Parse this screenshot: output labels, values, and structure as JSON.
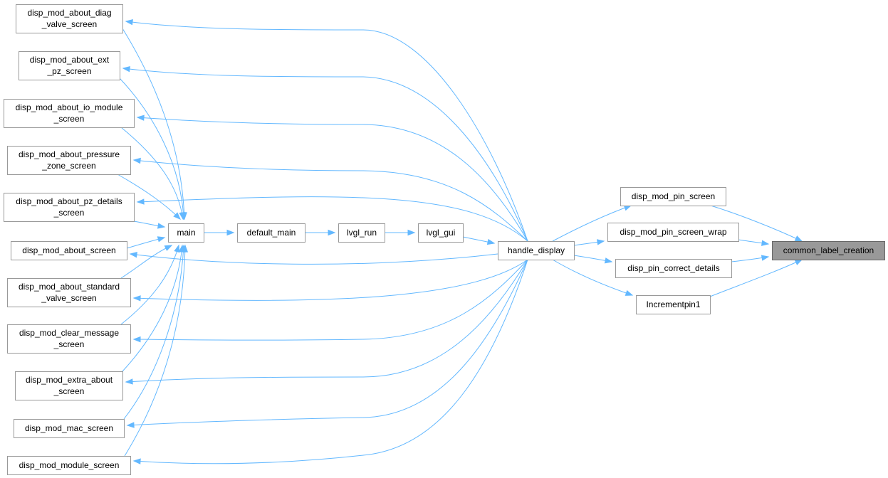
{
  "nodes": {
    "common_label_creation": [
      "common_label_creation"
    ],
    "disp_mod_pin_screen": [
      "disp_mod_pin_screen"
    ],
    "disp_mod_pin_screen_wrap": [
      "disp_mod_pin_screen_wrap"
    ],
    "disp_pin_correct_details": [
      "disp_pin_correct_details"
    ],
    "Incrementpin1": [
      "Incrementpin1"
    ],
    "handle_display": [
      "handle_display"
    ],
    "lvgl_gui": [
      "lvgl_gui"
    ],
    "lvgl_run": [
      "lvgl_run"
    ],
    "default_main": [
      "default_main"
    ],
    "main": [
      "main"
    ],
    "disp_mod_about_diag_valve_screen": [
      "disp_mod_about_diag",
      "_valve_screen"
    ],
    "disp_mod_about_ext_pz_screen": [
      "disp_mod_about_ext",
      "_pz_screen"
    ],
    "disp_mod_about_io_module_screen": [
      "disp_mod_about_io_module",
      "_screen"
    ],
    "disp_mod_about_pressure_zone_screen": [
      "disp_mod_about_pressure",
      "_zone_screen"
    ],
    "disp_mod_about_pz_details_screen": [
      "disp_mod_about_pz_details",
      "_screen"
    ],
    "disp_mod_about_screen": [
      "disp_mod_about_screen"
    ],
    "disp_mod_about_standard_valve_screen": [
      "disp_mod_about_standard",
      "_valve_screen"
    ],
    "disp_mod_clear_message_screen": [
      "disp_mod_clear_message",
      "_screen"
    ],
    "disp_mod_extra_about_screen": [
      "disp_mod_extra_about",
      "_screen"
    ],
    "disp_mod_mac_screen": [
      "disp_mod_mac_screen"
    ],
    "disp_mod_module_screen": [
      "disp_mod_module_screen"
    ]
  },
  "highlighted_node": "common_label_creation",
  "edge_color": "#63b8ff",
  "edges": [
    {
      "from": "disp_mod_pin_screen",
      "to": "common_label_creation"
    },
    {
      "from": "disp_mod_pin_screen_wrap",
      "to": "common_label_creation"
    },
    {
      "from": "disp_pin_correct_details",
      "to": "common_label_creation"
    },
    {
      "from": "Incrementpin1",
      "to": "common_label_creation"
    },
    {
      "from": "handle_display",
      "to": "disp_mod_pin_screen"
    },
    {
      "from": "handle_display",
      "to": "disp_mod_pin_screen_wrap"
    },
    {
      "from": "handle_display",
      "to": "disp_pin_correct_details"
    },
    {
      "from": "handle_display",
      "to": "Incrementpin1"
    },
    {
      "from": "lvgl_gui",
      "to": "handle_display"
    },
    {
      "from": "lvgl_run",
      "to": "lvgl_gui"
    },
    {
      "from": "default_main",
      "to": "lvgl_run"
    },
    {
      "from": "main",
      "to": "default_main"
    },
    {
      "from": "handle_display",
      "to": "disp_mod_about_diag_valve_screen"
    },
    {
      "from": "handle_display",
      "to": "disp_mod_about_ext_pz_screen"
    },
    {
      "from": "handle_display",
      "to": "disp_mod_about_io_module_screen"
    },
    {
      "from": "handle_display",
      "to": "disp_mod_about_pressure_zone_screen"
    },
    {
      "from": "handle_display",
      "to": "disp_mod_about_pz_details_screen"
    },
    {
      "from": "handle_display",
      "to": "disp_mod_about_screen"
    },
    {
      "from": "handle_display",
      "to": "disp_mod_about_standard_valve_screen"
    },
    {
      "from": "handle_display",
      "to": "disp_mod_clear_message_screen"
    },
    {
      "from": "handle_display",
      "to": "disp_mod_extra_about_screen"
    },
    {
      "from": "handle_display",
      "to": "disp_mod_mac_screen"
    },
    {
      "from": "handle_display",
      "to": "disp_mod_module_screen"
    },
    {
      "from": "disp_mod_about_diag_valve_screen",
      "to": "main"
    },
    {
      "from": "disp_mod_about_ext_pz_screen",
      "to": "main"
    },
    {
      "from": "disp_mod_about_io_module_screen",
      "to": "main"
    },
    {
      "from": "disp_mod_about_pressure_zone_screen",
      "to": "main"
    },
    {
      "from": "disp_mod_about_pz_details_screen",
      "to": "main"
    },
    {
      "from": "disp_mod_about_screen",
      "to": "main"
    },
    {
      "from": "disp_mod_about_standard_valve_screen",
      "to": "main"
    },
    {
      "from": "disp_mod_clear_message_screen",
      "to": "main"
    },
    {
      "from": "disp_mod_extra_about_screen",
      "to": "main"
    },
    {
      "from": "disp_mod_mac_screen",
      "to": "main"
    },
    {
      "from": "disp_mod_module_screen",
      "to": "main"
    }
  ]
}
